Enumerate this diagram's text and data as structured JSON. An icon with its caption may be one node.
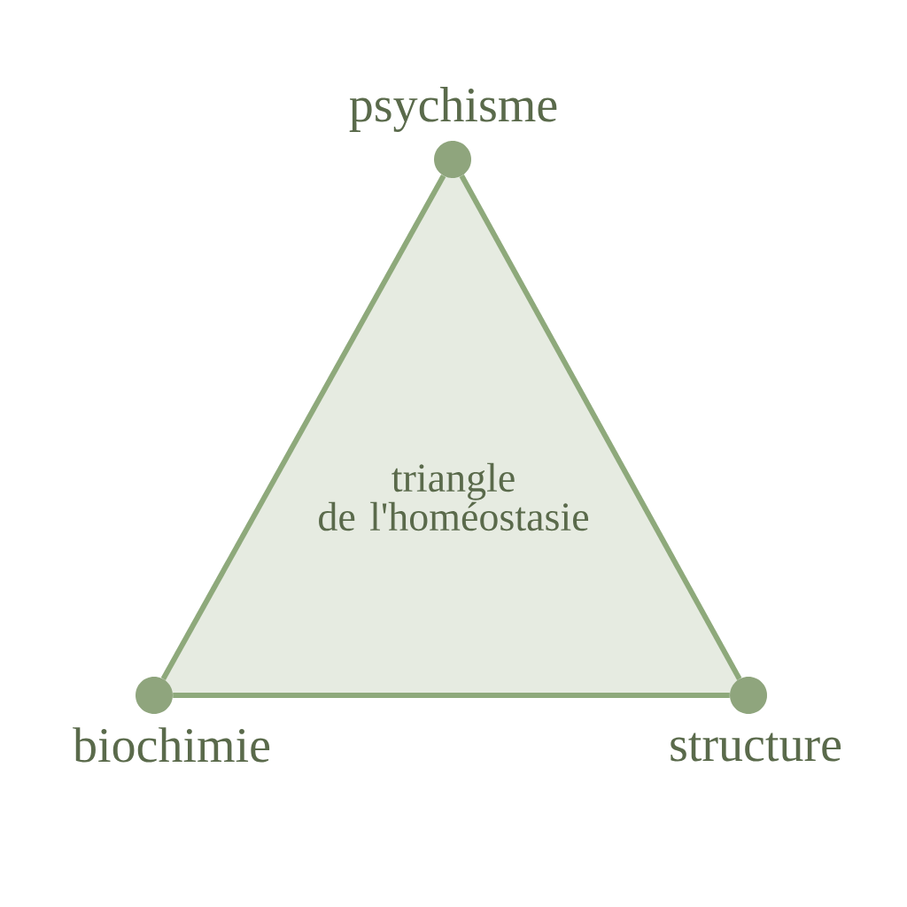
{
  "diagram": {
    "nodes": [
      {
        "text": [],
        "shape": "circle",
        "beside": [
          "psychisme"
        ]
      },
      {
        "text": [
          "triangle de l'homéostasie"
        ]
      },
      {
        "text": [],
        "shape": "circle",
        "beside": [
          "biochimie"
        ]
      },
      {
        "text": [],
        "shape": "circle",
        "beside": [
          "structure"
        ]
      }
    ],
    "edges": [
      {
        "from": 0,
        "to": 2,
        "arrow": "none"
      },
      {
        "from": 2,
        "to": 3,
        "arrow": "none"
      },
      {
        "from": 3,
        "to": 0,
        "arrow": "none"
      }
    ]
  }
}
